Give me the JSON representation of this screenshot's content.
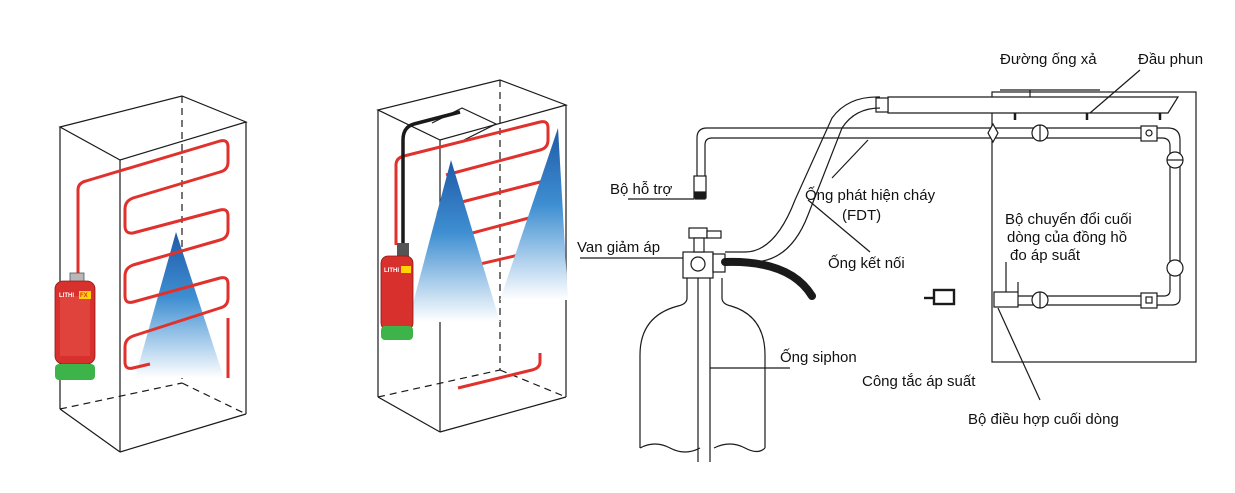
{
  "colors": {
    "tube": "#e0312c",
    "extinguisher": "#d8302c",
    "extinguisher_base": "#3cb44a",
    "spray_top": "#1f5aa8",
    "spray_bottom": "#ffffff",
    "line": "#1a1a1a"
  },
  "extinguisher_brand": {
    "name": "LITHI",
    "badge": "FX"
  },
  "labels": {
    "discharge_pipe": "Đường ống xả",
    "nozzle": "Đầu phun",
    "support": "Bộ hỗ trợ",
    "fdt_line1": "Ống phát hiện cháy",
    "fdt_line2": "(FDT)",
    "pressure_valve": "Van giảm áp",
    "connector_pipe": "Ống kết nối",
    "end_adapter_line1": "Bộ chuyển đổi cuối",
    "end_adapter_line2": "dòng của đồng hồ",
    "end_adapter_line3": "đo áp suất",
    "siphon": "Ống siphon",
    "pressure_switch": "Công tắc áp suất",
    "end_regulator": "Bộ điều hợp cuối dòng"
  },
  "icons": [
    "fire-extinguisher-icon",
    "spray-cone-icon",
    "gauge-icon",
    "pressure-switch-icon"
  ]
}
